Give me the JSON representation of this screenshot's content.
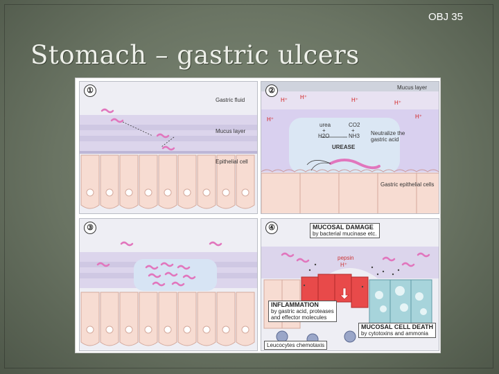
{
  "header": {
    "objective": "OBJ 35"
  },
  "title": "Stomach – gastric ulcers",
  "panel1": {
    "number": "①",
    "labels": {
      "gastric_fluid": "Gastric fluid",
      "mucus_layer": "Mucus layer",
      "epithelial_cell": "Epithelial cell"
    }
  },
  "panel2": {
    "number": "②",
    "labels": {
      "mucus_layer": "Mucus layer",
      "urea": "urea",
      "plus1": "+",
      "h2o": "H2O",
      "co2": "CO2",
      "plus2": "+",
      "nh3": "NH3",
      "urease": "UREASE",
      "neutralize": "Neutralize the",
      "gastric_acid": "gastric acid",
      "epithelial": "Gastric epithelial cells"
    },
    "hplus": [
      "H⁺",
      "H⁺",
      "H⁺",
      "H⁺",
      "H⁺",
      "H⁺"
    ]
  },
  "panel3": {
    "number": "③"
  },
  "panel4": {
    "number": "④",
    "mucosal_damage": "MUCOSAL DAMAGE",
    "mucosal_damage_sub": "by bacterial mucinase etc.",
    "pepsin": "pepsin",
    "hplus": "H⁺",
    "inflammation": "INFLAMMATION",
    "inflammation_sub1": "by gastric acid, proteases",
    "inflammation_sub2": "and effector molecules",
    "cell_death": "MUCOSAL CELL DEATH",
    "cell_death_sub": "by cytotoxins and ammonia",
    "leucocytes": "Leucocytes chemotaxis"
  },
  "colors": {
    "gastric_fluid": "#e9eaf2",
    "mucus_light": "#d9d3ea",
    "mucus_band": "#c9c3e0",
    "epithelium": "#f7d9cf",
    "bacteria": "#e889c9",
    "damage": "#e84a4a",
    "dead_cells": "#a7d4db",
    "hplus": "#d21e1e"
  }
}
